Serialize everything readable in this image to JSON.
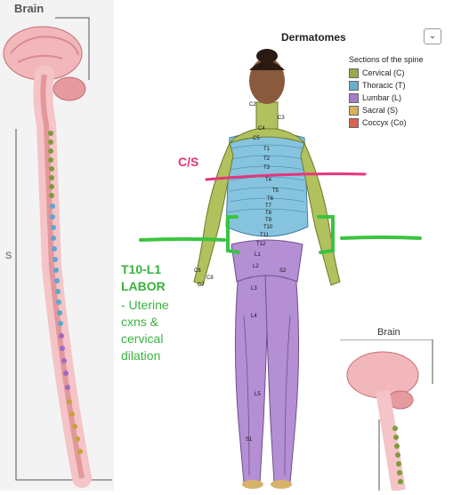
{
  "left_panel": {
    "brain_title": "Brain",
    "s_label": "S"
  },
  "main": {
    "title": "Dermatomes",
    "menu_icon": "chevron-down-icon",
    "legend_title": "Sections of the spine",
    "legend": [
      {
        "label": "Cervical (C)",
        "color": "#9aa94a"
      },
      {
        "label": "Thoracic (T)",
        "color": "#6aaed0"
      },
      {
        "label": "Lumbar (L)",
        "color": "#a57cc6"
      },
      {
        "label": "Sacral (S)",
        "color": "#d8b25a"
      },
      {
        "label": "Coccyx (Co)",
        "color": "#d9644f"
      }
    ],
    "dermatome_labels": {
      "c2": "C2",
      "c3": "C3",
      "c4": "C4",
      "c5": "C5",
      "t1": "T1",
      "t2": "T2",
      "t3": "T3",
      "t4": "T4",
      "t5": "T5",
      "t6": "T6",
      "t7": "T7",
      "t8": "T8",
      "t9": "T9",
      "t10": "T10",
      "t11": "T11",
      "t12": "T12",
      "l1": "L1",
      "l2": "L2",
      "l3": "L3",
      "l4": "L4",
      "l5": "L5",
      "s1": "S1",
      "s2": "S2",
      "c6": "C6",
      "c7": "C7",
      "c8": "C8"
    }
  },
  "annotations": {
    "cs": "C/S",
    "note_title": "T10-L1",
    "note_sub": "LABOR",
    "note_lines": [
      "- Uterine",
      "cxns &",
      "cervical",
      "dilation"
    ]
  },
  "right_panel": {
    "brain_title": "Brain"
  },
  "colors": {
    "annotation_green": "#39c440",
    "annotation_pink": "#e8337a"
  }
}
